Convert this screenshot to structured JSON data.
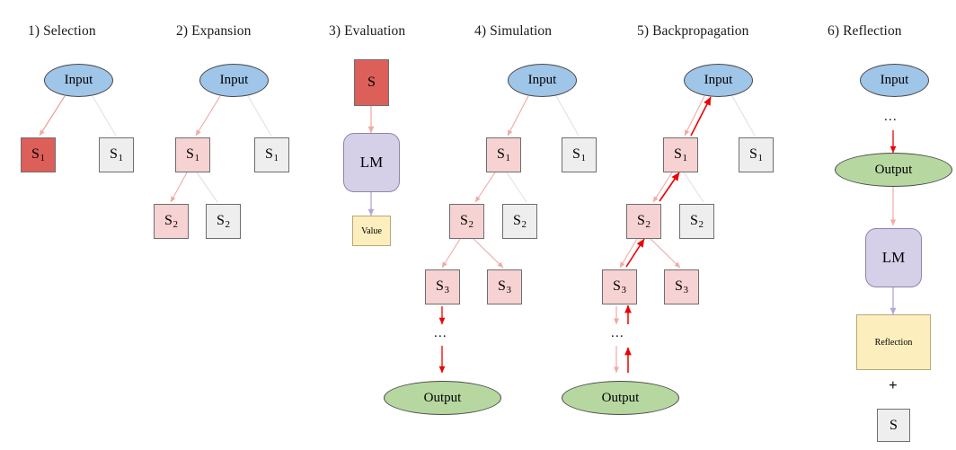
{
  "figure": {
    "description": "Six-stage Monte Carlo Tree Search with language model reflection diagram",
    "colors": {
      "selected_node": "#dd5f59",
      "visited_node": "#f6d2d2",
      "unvisited_node": "#eeeeee",
      "input_ellipse": "#9fc5e8",
      "output_ellipse": "#b6d7a0",
      "lm_box": "#d5cfe8",
      "value_box": "#fdeebd",
      "reflection_box": "#fdeebd",
      "edge_visited": "#f0aaa6",
      "edge_unvisited": "#e2e2e2",
      "edge_backprop": "#ee0000",
      "edge_lm": "#b0a8d8"
    }
  },
  "panels": [
    {
      "id": "selection",
      "title": "1) Selection"
    },
    {
      "id": "expansion",
      "title": "2) Expansion"
    },
    {
      "id": "evaluation",
      "title": "3) Evaluation"
    },
    {
      "id": "simulation",
      "title": "4) Simulation"
    },
    {
      "id": "backpropagation",
      "title": "5) Backpropagation"
    },
    {
      "id": "reflection",
      "title": "6) Reflection"
    }
  ],
  "labels": {
    "input": "Input",
    "output": "Output",
    "lm": "LM",
    "value": "Value",
    "reflection": "Reflection",
    "s": "S",
    "s1": "S",
    "s1_sub": "1",
    "s2": "S",
    "s2_sub": "2",
    "s3": "S",
    "s3_sub": "3",
    "ellipsis": "...",
    "plus": "+"
  },
  "chart_data": {
    "type": "diagram",
    "title": "MCTS with LM evaluation and reflection",
    "stages": [
      {
        "name": "1) Selection",
        "nodes": [
          {
            "label": "Input",
            "shape": "ellipse",
            "state": "root"
          },
          {
            "label": "S1",
            "shape": "box",
            "state": "selected"
          },
          {
            "label": "S1",
            "shape": "box",
            "state": "unvisited"
          }
        ],
        "edges": [
          {
            "from": "Input",
            "to": "S1-selected",
            "style": "visited"
          },
          {
            "from": "Input",
            "to": "S1-unvisited",
            "style": "unvisited"
          }
        ]
      },
      {
        "name": "2) Expansion",
        "nodes": [
          {
            "label": "Input",
            "shape": "ellipse",
            "state": "root"
          },
          {
            "label": "S1",
            "shape": "box",
            "state": "visited"
          },
          {
            "label": "S1",
            "shape": "box",
            "state": "unvisited"
          },
          {
            "label": "S2",
            "shape": "box",
            "state": "visited"
          },
          {
            "label": "S2",
            "shape": "box",
            "state": "unvisited"
          }
        ],
        "edges": [
          {
            "from": "Input",
            "to": "S1-visited",
            "style": "visited"
          },
          {
            "from": "Input",
            "to": "S1-unvisited",
            "style": "unvisited"
          },
          {
            "from": "S1-visited",
            "to": "S2-visited",
            "style": "visited"
          },
          {
            "from": "S1-visited",
            "to": "S2-unvisited",
            "style": "unvisited"
          }
        ]
      },
      {
        "name": "3) Evaluation",
        "nodes": [
          {
            "label": "S",
            "shape": "box",
            "state": "selected"
          },
          {
            "label": "LM",
            "shape": "rounded-box",
            "state": "model"
          },
          {
            "label": "Value",
            "shape": "box",
            "state": "output"
          }
        ],
        "edges": [
          {
            "from": "S",
            "to": "LM",
            "style": "visited-arrow"
          },
          {
            "from": "LM",
            "to": "Value",
            "style": "lm-arrow"
          }
        ]
      },
      {
        "name": "4) Simulation",
        "nodes": [
          {
            "label": "Input",
            "shape": "ellipse",
            "state": "root"
          },
          {
            "label": "S1",
            "shape": "box",
            "state": "visited"
          },
          {
            "label": "S1",
            "shape": "box",
            "state": "unvisited"
          },
          {
            "label": "S2",
            "shape": "box",
            "state": "visited"
          },
          {
            "label": "S2",
            "shape": "box",
            "state": "unvisited"
          },
          {
            "label": "S3",
            "shape": "box",
            "state": "visited"
          },
          {
            "label": "S3",
            "shape": "box",
            "state": "visited"
          },
          {
            "label": "...",
            "shape": "text",
            "state": "ellipsis"
          },
          {
            "label": "Output",
            "shape": "ellipse",
            "state": "terminal"
          }
        ],
        "edges": [
          {
            "from": "Input",
            "to": "S1-visited",
            "style": "visited-arrow"
          },
          {
            "from": "Input",
            "to": "S1-unvisited",
            "style": "unvisited"
          },
          {
            "from": "S1-visited",
            "to": "S2-visited",
            "style": "visited-arrow"
          },
          {
            "from": "S1-visited",
            "to": "S2-unvisited",
            "style": "unvisited"
          },
          {
            "from": "S2-visited",
            "to": "S3-left",
            "style": "visited-arrow"
          },
          {
            "from": "S2-visited",
            "to": "S3-right",
            "style": "visited-arrow"
          },
          {
            "from": "S3-left",
            "to": "...",
            "style": "rollout-arrow"
          },
          {
            "from": "...",
            "to": "Output",
            "style": "rollout-arrow"
          }
        ]
      },
      {
        "name": "5) Backpropagation",
        "nodes": [
          {
            "label": "Input",
            "shape": "ellipse",
            "state": "root"
          },
          {
            "label": "S1",
            "shape": "box",
            "state": "visited"
          },
          {
            "label": "S1",
            "shape": "box",
            "state": "unvisited"
          },
          {
            "label": "S2",
            "shape": "box",
            "state": "visited"
          },
          {
            "label": "S2",
            "shape": "box",
            "state": "unvisited"
          },
          {
            "label": "S3",
            "shape": "box",
            "state": "visited"
          },
          {
            "label": "S3",
            "shape": "box",
            "state": "visited"
          },
          {
            "label": "...",
            "shape": "text",
            "state": "ellipsis"
          },
          {
            "label": "Output",
            "shape": "ellipse",
            "state": "terminal"
          }
        ],
        "edges": [
          {
            "from": "Output",
            "to": "S3-left",
            "style": "backprop-arrow"
          },
          {
            "from": "S3-left",
            "to": "S2-visited",
            "style": "backprop-arrow"
          },
          {
            "from": "S2-visited",
            "to": "S1-visited",
            "style": "backprop-arrow"
          },
          {
            "from": "S1-visited",
            "to": "Input",
            "style": "backprop-arrow"
          }
        ]
      },
      {
        "name": "6) Reflection",
        "nodes": [
          {
            "label": "Input",
            "shape": "ellipse",
            "state": "root"
          },
          {
            "label": "...",
            "shape": "text",
            "state": "ellipsis"
          },
          {
            "label": "Output",
            "shape": "ellipse",
            "state": "terminal"
          },
          {
            "label": "LM",
            "shape": "rounded-box",
            "state": "model"
          },
          {
            "label": "Reflection",
            "shape": "box",
            "state": "output"
          },
          {
            "label": "+",
            "shape": "text",
            "state": "operator"
          },
          {
            "label": "S",
            "shape": "box",
            "state": "unvisited"
          }
        ],
        "edges": [
          {
            "from": "...",
            "to": "Output",
            "style": "rollout-arrow"
          },
          {
            "from": "Output",
            "to": "LM",
            "style": "visited-arrow"
          },
          {
            "from": "LM",
            "to": "Reflection",
            "style": "lm-arrow"
          }
        ]
      }
    ]
  }
}
